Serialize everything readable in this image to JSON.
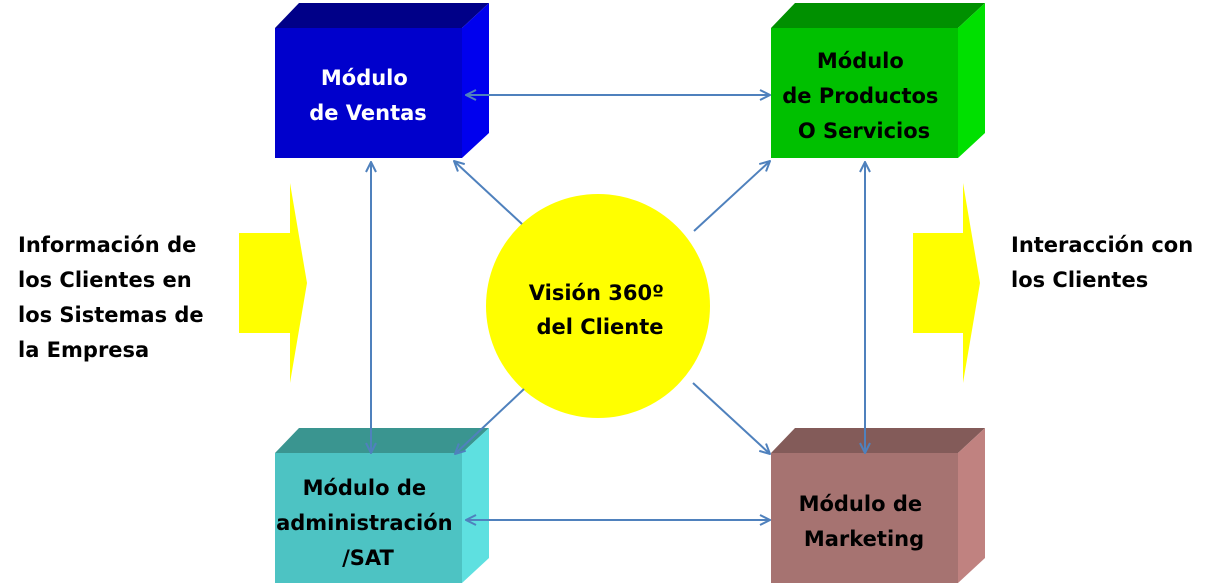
{
  "diagram": {
    "modules": {
      "ventas": {
        "lines": [
          "Módulo",
          "de Ventas"
        ],
        "colors": {
          "front": "#0000CC",
          "top": "#000088",
          "side": "#0000EE",
          "text": "#FFFFFF"
        }
      },
      "productos": {
        "lines": [
          "Módulo",
          "de Productos",
          "O Servicios"
        ],
        "colors": {
          "front": "#00C000",
          "top": "#009000",
          "side": "#00E000",
          "text": "#000000"
        }
      },
      "administracion": {
        "lines": [
          "Módulo de",
          "administración",
          "/SAT"
        ],
        "colors": {
          "front": "#4DC3C3",
          "top": "#3A9590",
          "side": "#5EE0E0",
          "text": "#000000"
        }
      },
      "marketing": {
        "lines": [
          "Módulo de",
          "Marketing"
        ],
        "colors": {
          "front": "#A67371",
          "top": "#835B59",
          "side": "#C08280",
          "text": "#000000"
        }
      }
    },
    "center": {
      "lines": [
        "Visión 360º",
        "del Cliente"
      ],
      "color": "#FFFF00"
    },
    "left_label": {
      "lines": [
        "Información de",
        "los Clientes en",
        "los Sistemas de",
        "la Empresa"
      ]
    },
    "right_label": {
      "lines": [
        "Interacción con",
        "los Clientes"
      ]
    },
    "big_arrow_color": "#FFFF00",
    "connector_color": "#4F81BD"
  }
}
